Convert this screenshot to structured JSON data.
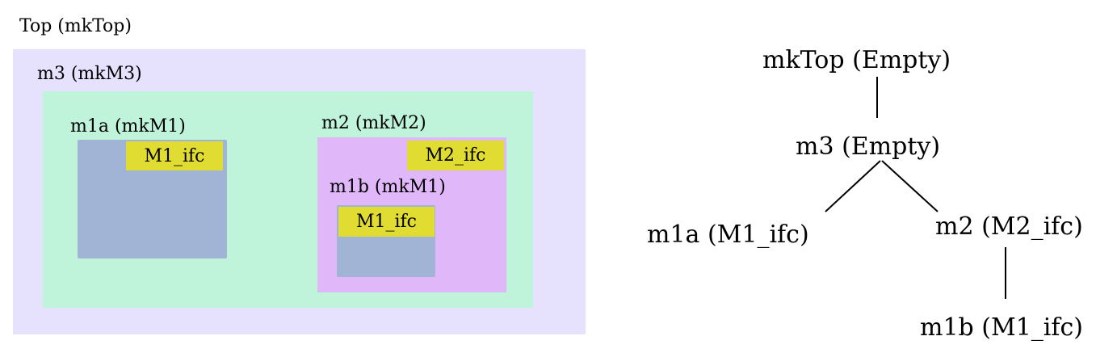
{
  "colors": {
    "top_box": "#e6e1fc",
    "m3_box": "#bff4da",
    "m1a_box": "#a1b4d6",
    "m2_box": "#e0b8fa",
    "m1b_box": "#a1b4d6",
    "ifc": "#e1dc32"
  },
  "nested": {
    "top_label": "Top (mkTop)",
    "m3_label": "m3 (mkM3)",
    "m1a_label": "m1a (mkM1)",
    "m1a_ifc": "M1_ifc",
    "m2_label": "m2 (mkM2)",
    "m2_ifc": "M2_ifc",
    "m1b_label": "m1b (mkM1)",
    "m1b_ifc": "M1_ifc"
  },
  "tree": {
    "root": "mkTop (Empty)",
    "m3": "m3 (Empty)",
    "m1a": "m1a (M1_ifc)",
    "m2": "m2 (M2_ifc)",
    "m1b": "m1b (M1_ifc)"
  }
}
